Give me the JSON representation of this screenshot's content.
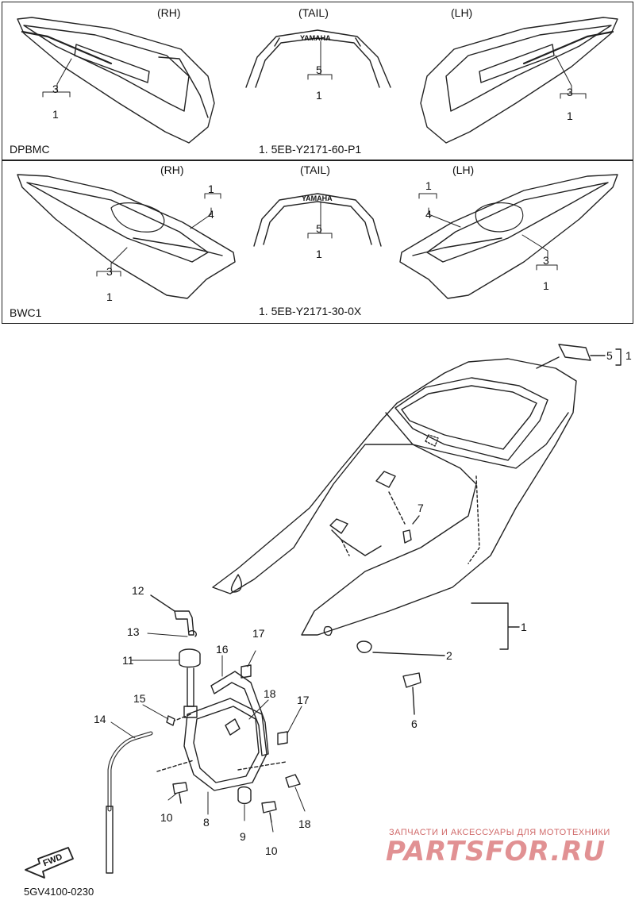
{
  "panel1": {
    "rh": "(RH)",
    "tail": "(TAIL)",
    "lh": "(LH)",
    "brand": "YAMAHA",
    "code": "DPBMC",
    "part": "1. 5EB-Y2171-60-P1",
    "callouts": {
      "rh_top": "3",
      "rh_bottom": "1",
      "tail_top": "5",
      "tail_bottom": "1",
      "lh_top": "3",
      "lh_bottom": "1"
    }
  },
  "panel2": {
    "rh": "(RH)",
    "tail": "(TAIL)",
    "lh": "(LH)",
    "brand": "YAMAHA",
    "code": "BWC1",
    "part": "1. 5EB-Y2171-30-0X",
    "callouts": {
      "rh_a1": "1",
      "rh_a4": "4",
      "rh_b3": "3",
      "rh_b1": "1",
      "tail_top": "5",
      "tail_bottom": "1",
      "lh_a1": "1",
      "lh_a4": "4",
      "lh_b3": "3",
      "lh_b1": "1"
    }
  },
  "main_callouts": {
    "c5": "5",
    "c1_top": "1",
    "c7": "7",
    "c1": "1",
    "c2": "2",
    "c6": "6",
    "c12": "12",
    "c13": "13",
    "c11": "11",
    "c16": "16",
    "c17a": "17",
    "c18a": "18",
    "c15": "15",
    "c14": "14",
    "c17b": "17",
    "c10a": "10",
    "c8": "8",
    "c9": "9",
    "c10b": "10",
    "c18b": "18"
  },
  "fwd": "FWD",
  "doc_code": "5GV4100-0230",
  "watermark": {
    "line1": "ЗАПЧАСТИ И АКСЕССУАРЫ ДЛЯ МОТОТЕХНИКИ",
    "line2": "PARTSFOR.RU"
  }
}
